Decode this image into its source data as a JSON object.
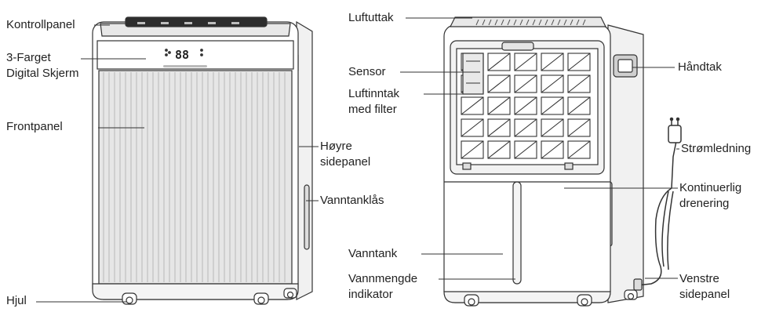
{
  "colors": {
    "line": "#333333",
    "text": "#222222",
    "body": "#ffffff",
    "shade": "#d9d9d9",
    "grille": "#e6e6e6"
  },
  "display_digits": "88",
  "labels": {
    "kontrollpanel": "Kontrollpanel",
    "digital_line1": "3-Farget",
    "digital_line2": "Digital Skjerm",
    "frontpanel": "Frontpanel",
    "hjul": "Hjul",
    "hoyre_line1": "Høyre",
    "hoyre_line2": "sidepanel",
    "vanntanklas": "Vanntanklås",
    "luftuttak": "Luftuttak",
    "sensor": "Sensor",
    "luftinntak_line1": "Luftinntak",
    "luftinntak_line2": "med filter",
    "vanntank": "Vanntank",
    "vannmengde_line1": "Vannmengde",
    "vannmengde_line2": "indikator",
    "handtak": "Håndtak",
    "stromledning": "Strømledning",
    "kontinuerlig_line1": "Kontinuerlig",
    "kontinuerlig_line2": "drenering",
    "venstre_line1": "Venstre",
    "venstre_line2": "sidepanel"
  }
}
